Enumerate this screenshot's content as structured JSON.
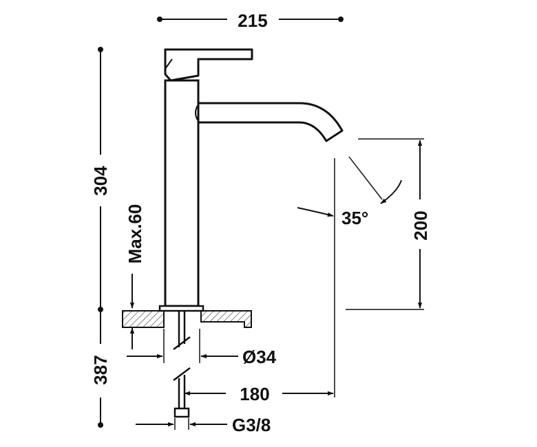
{
  "dimensions": {
    "overall_width": "215",
    "total_height": "304",
    "max_deck_thickness": "Max.60",
    "below_deck_length": "387",
    "outflow_height": "200",
    "spout_angle": "35°",
    "spout_reach": "180",
    "base_diameter": "Ø34",
    "connection_thread": "G3/8"
  },
  "colors": {
    "line": "#111111",
    "hatch": "#333333",
    "background": "#ffffff"
  }
}
